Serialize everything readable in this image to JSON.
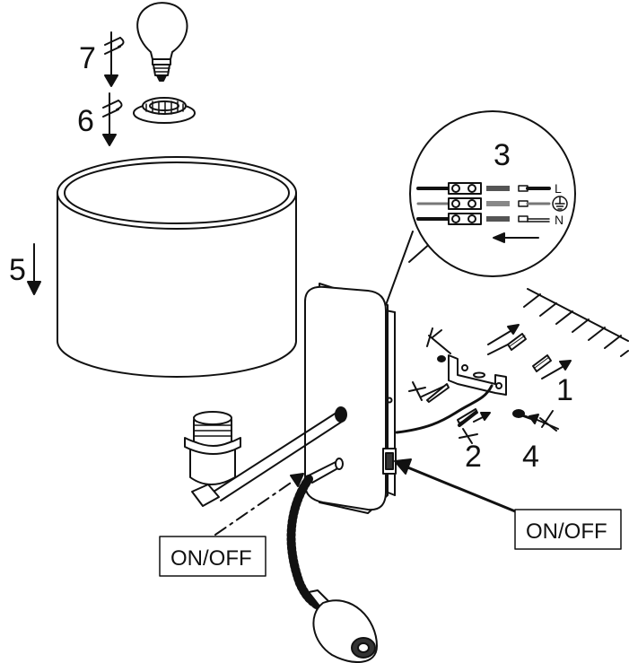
{
  "steps": {
    "s1": "1",
    "s2": "2",
    "s3": "3",
    "s4": "4",
    "s5": "5",
    "s6": "6",
    "s7": "7"
  },
  "wiring": {
    "live": "L",
    "neutral": "N"
  },
  "switch_labels": {
    "reading_light": "ON/OFF",
    "main_light": "ON/OFF"
  }
}
